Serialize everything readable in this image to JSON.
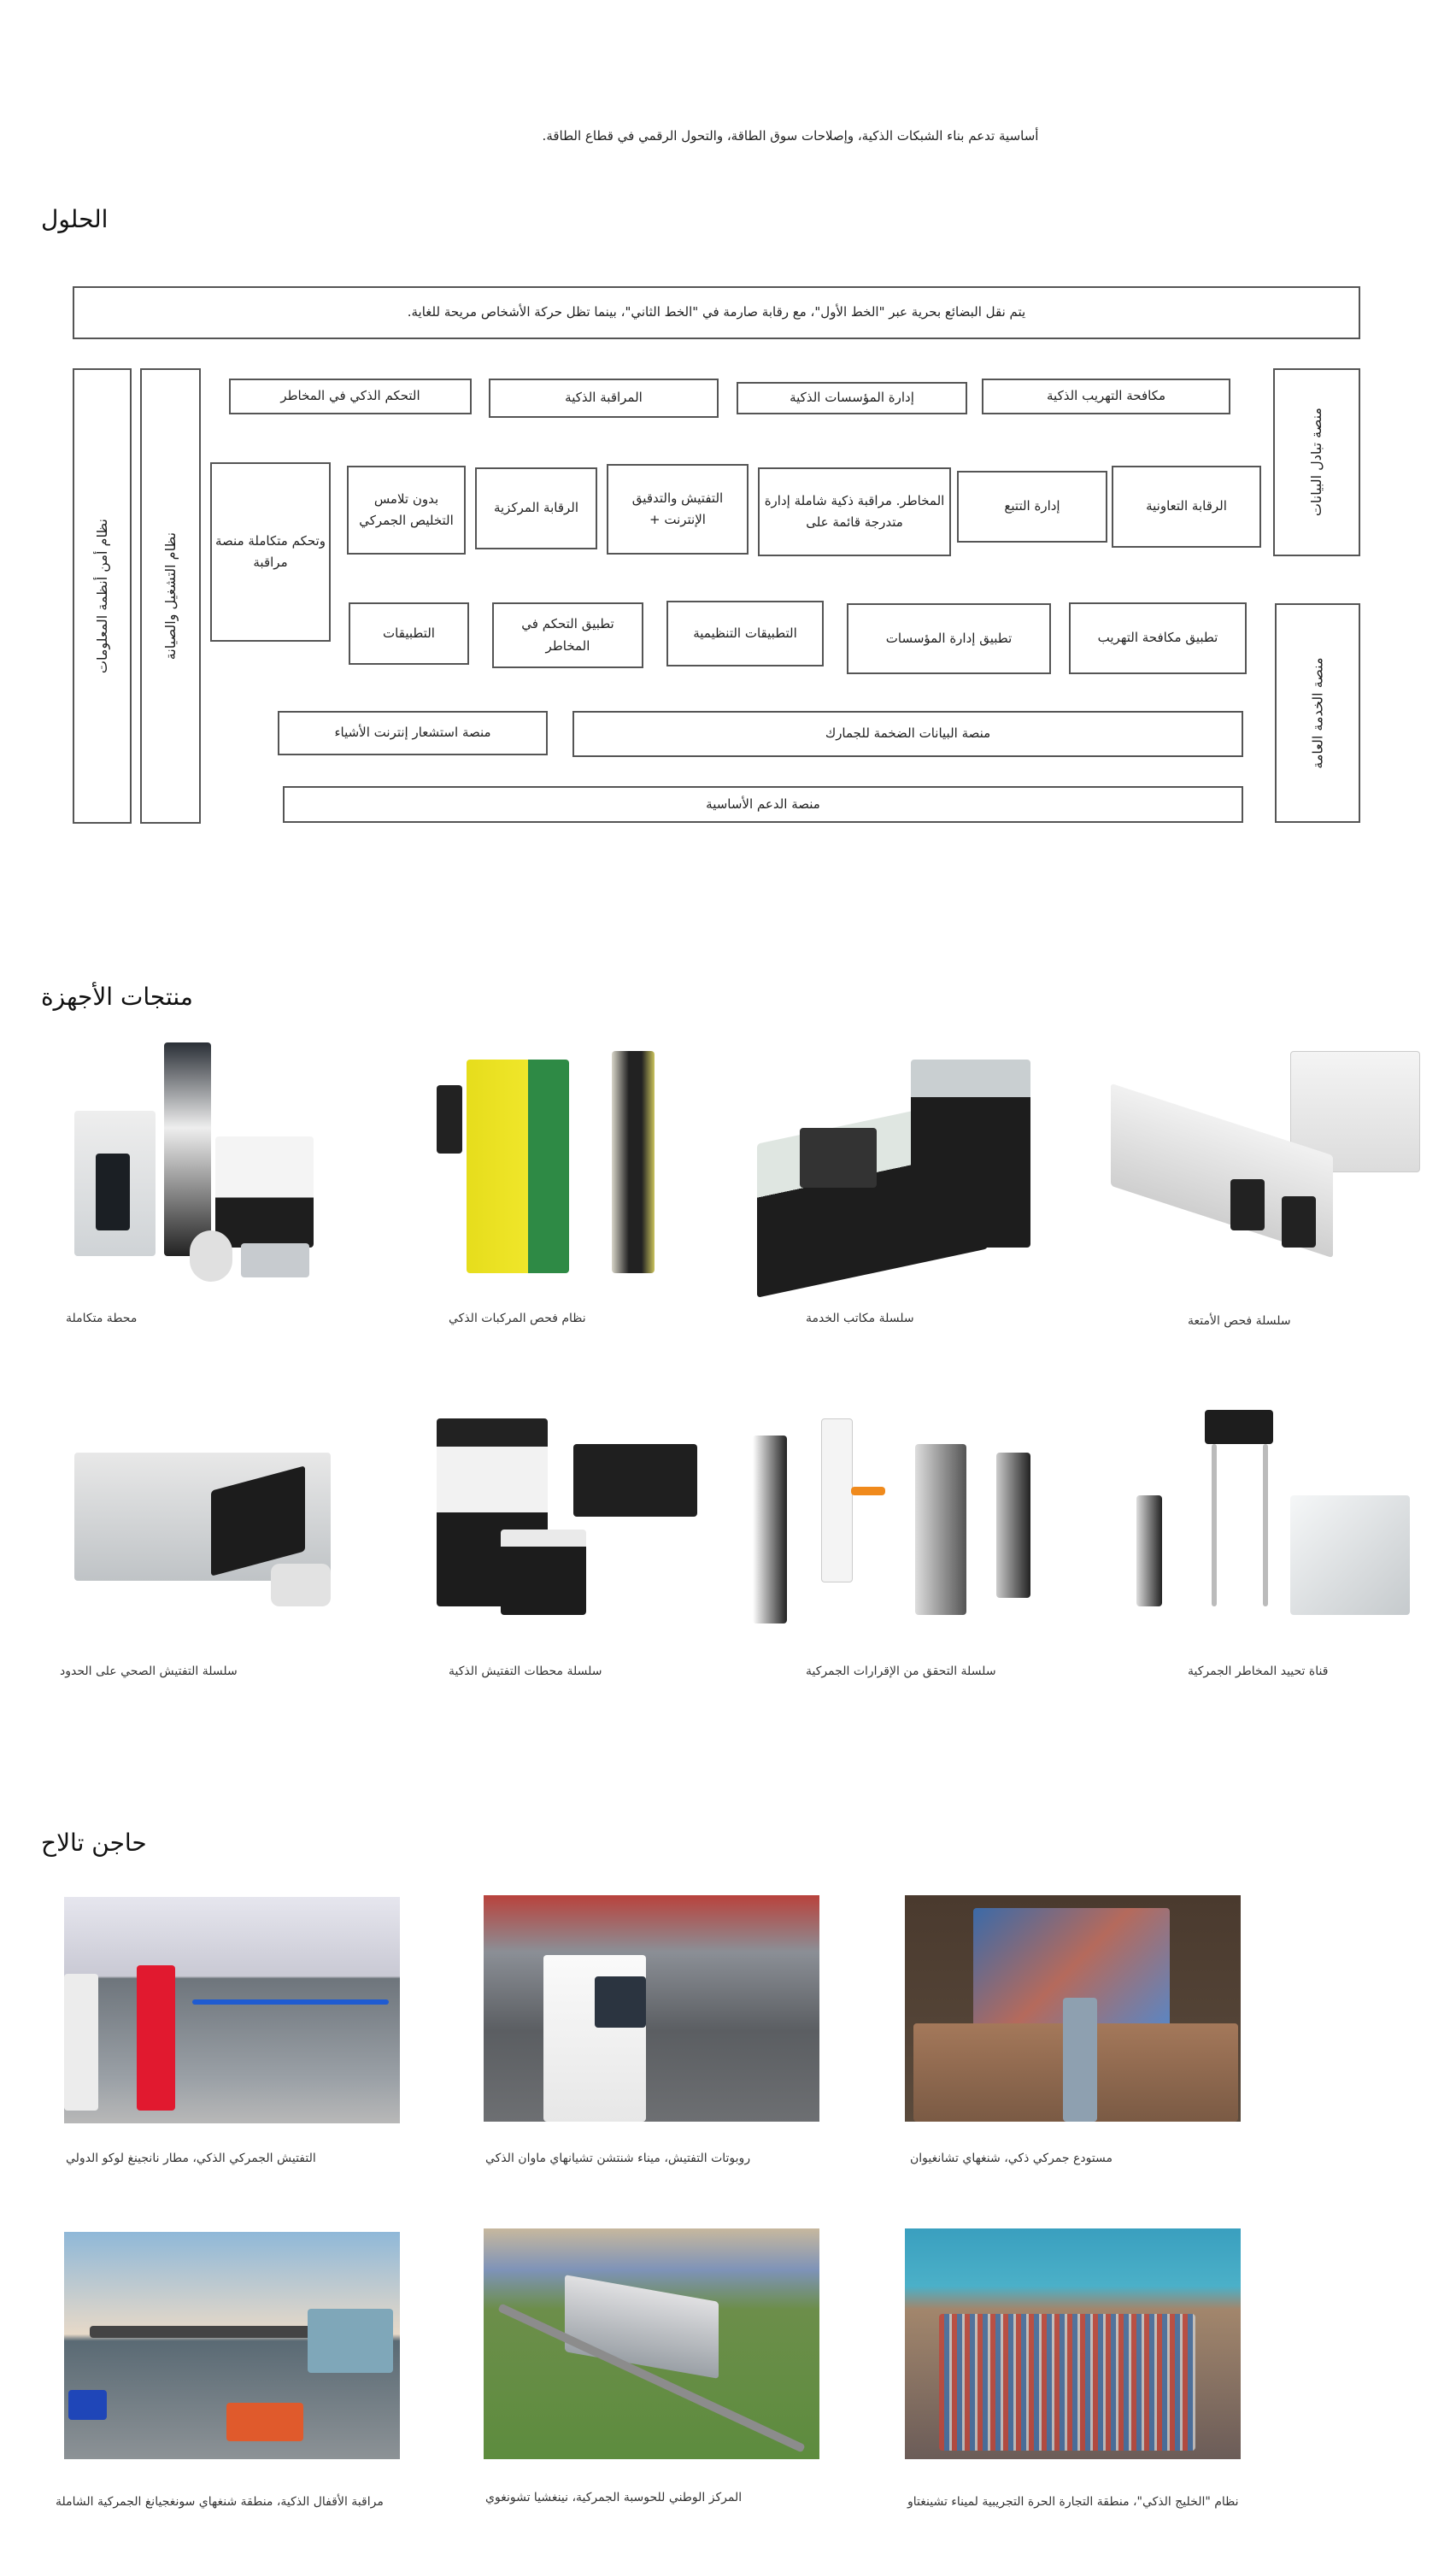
{
  "intro_text": "أساسية تدعم بناء الشبكات الذكية، وإصلاحات سوق الطاقة، والتحول الرقمي في قطاع الطاقة.",
  "solutions": {
    "heading": "الحلول",
    "banner": "يتم نقل البضائع بحرية عبر \"الخط الأول\"، مع رقابة صارمة في \"الخط الثاني\"، بينما تظل حركة الأشخاص مريحة للغاية.",
    "left_pillars": [
      "نظام أمن أنظمة المعلومات",
      "نظام التشغيل والصيانة"
    ],
    "right_pillars": [
      "منصة تبادل البيانات",
      "منصة الخدمة العامة"
    ],
    "top_row": [
      "التحكم الذكي في المخاطر",
      "المراقبة الذكية",
      "إدارة المؤسسات الذكية",
      "مكافحة التهريب الذكية"
    ],
    "monitor_platform": "وتحكم متكاملة منصة مراقبة",
    "middle_row": [
      "بدون تلامس التخليص الجمركي",
      "الرقابة المركزية",
      "التفتيش والتدقيق الإنترنت +",
      "المخاطر. مراقبة ذكية شاملة إدارة متدرجة قائمة على",
      "إدارة التتبع",
      "الرقابة التعاونية"
    ],
    "apps_row": [
      "التطبيقات",
      "تطبيق التحكم في المخاطر",
      "التطبيقات التنظيمية",
      "تطبيق إدارة المؤسسات",
      "تطبيق مكافحة التهريب"
    ],
    "iot_platform": "منصة استشعار إنترنت الأشياء",
    "bigdata_platform": "منصة البيانات الضخمة للجمارك",
    "support_platform": "منصة الدعم الأساسية"
  },
  "products": {
    "heading": "منتجات الأجهزة",
    "items": [
      "محطة متكاملة",
      "نظام فحص المركبات الذكي",
      "سلسلة مكاتب الخدمة",
      "سلسلة فحص الأمتعة",
      "سلسلة التفتيش الصحي على الحدود",
      "سلسلة محطات التفتيش الذكية",
      "سلسلة التحقق من الإقرارات الجمركية",
      "قناة تحييد المخاطر الجمركية"
    ]
  },
  "cases": {
    "heading": "حاجن تالاح",
    "items": [
      "التفتيش الجمركي الذكي، مطار نانجينغ لوكو الدولي",
      "روبوتات التفتيش، ميناء شنتشن تشيانهاي ماوان الذكي",
      "مستودع جمركي ذكي، شنغهاي تشانغيوان",
      "مراقبة الأقفال الذكية، منطقة شنغهاي سونغجيانغ الجمركية الشاملة",
      "المركز الوطني للحوسبة الجمركية، نينغشيا تشونغوي",
      "نظام \"الخليج الذكي\"، منطقة التجارة الحرة التجريبية لميناء تشينغتاو"
    ]
  }
}
